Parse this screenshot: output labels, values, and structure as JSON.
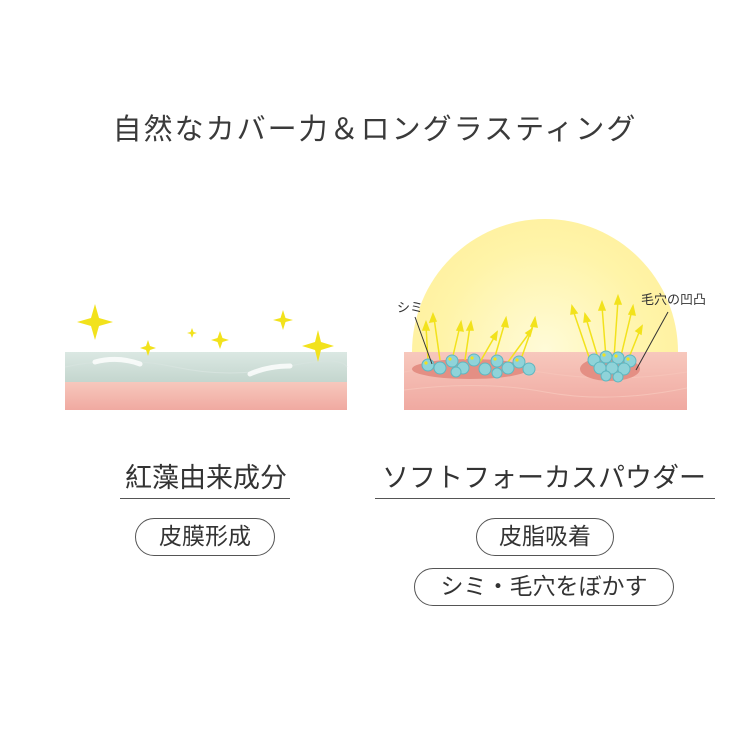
{
  "title": "自然なカバー力＆ロングラスティング",
  "left": {
    "heading": "紅藻由来成分",
    "tags": [
      "皮膜形成"
    ]
  },
  "right": {
    "heading": "ソフトフォーカスパウダー",
    "tags": [
      "皮脂吸着",
      "シミ・毛穴をぼかす"
    ],
    "callouts": {
      "spot": "シミ",
      "pore": "毛穴の凹凸"
    }
  },
  "colors": {
    "skin": "#f3b6ae",
    "film": "#cfe0d9",
    "sparkle": "#f2e21c",
    "glow": "#fff3a0",
    "powder": "#8fd3d9",
    "text": "#333333"
  }
}
